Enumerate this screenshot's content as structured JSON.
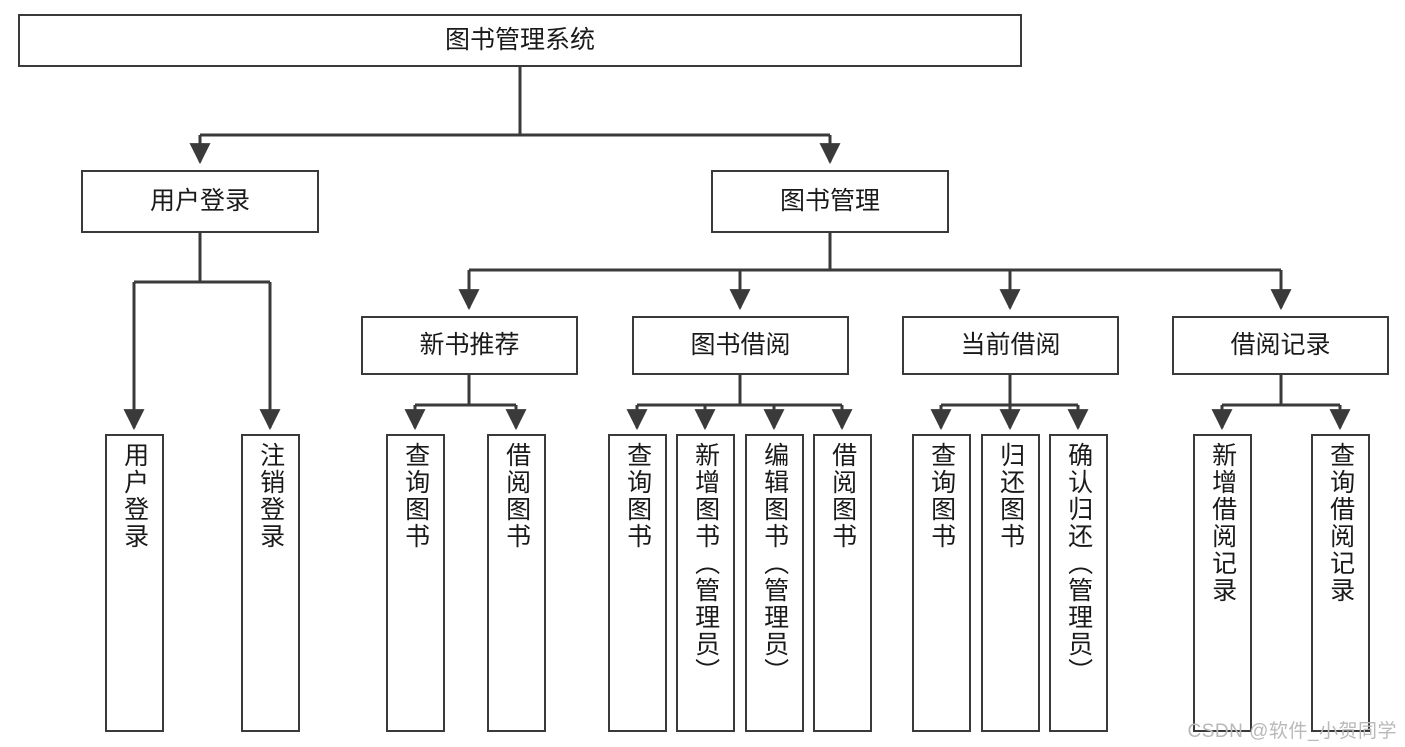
{
  "diagram": {
    "type": "tree",
    "title": "图书管理系统",
    "colors": {
      "node_border": "#3a3a3a",
      "node_fill": "#ffffff",
      "connector": "#3a3a3a",
      "text": "#1a1a1a",
      "watermark": "#b9b9b9",
      "background": "#ffffff"
    },
    "nodes": {
      "root": {
        "label": "图书管理系统"
      },
      "level2": [
        {
          "label": "用户登录"
        },
        {
          "label": "图书管理"
        }
      ],
      "level3": [
        {
          "label": "新书推荐"
        },
        {
          "label": "图书借阅"
        },
        {
          "label": "当前借阅"
        },
        {
          "label": "借阅记录"
        }
      ],
      "leaves": {
        "user_login": [
          {
            "label": "用户登录"
          },
          {
            "label": "注销登录"
          }
        ],
        "new_book": [
          {
            "label": "查询图书"
          },
          {
            "label": "借阅图书"
          }
        ],
        "book_borrow": [
          {
            "label": "查询图书"
          },
          {
            "label": "新增图书（管理员）"
          },
          {
            "label": "编辑图书（管理员）"
          },
          {
            "label": "借阅图书"
          }
        ],
        "current_borrow": [
          {
            "label": "查询图书"
          },
          {
            "label": "归还图书"
          },
          {
            "label": "确认归还（管理员）"
          }
        ],
        "borrow_record": [
          {
            "label": "新增借阅记录"
          },
          {
            "label": "查询借阅记录"
          }
        ]
      }
    },
    "watermark": "CSDN @软件_小贺同学"
  }
}
